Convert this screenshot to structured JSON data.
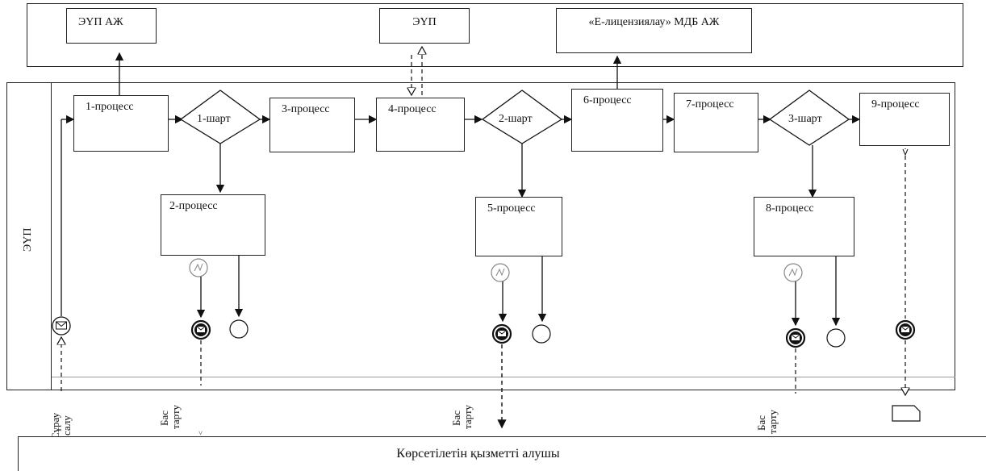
{
  "systems": {
    "eup_aj": "ЭҮП АЖ",
    "eup": "ЭҮП",
    "e_license": "«Е-лицензиялау» МДБ АЖ"
  },
  "lane_label": "ЭҮП",
  "processes": {
    "p1": "1-процесс",
    "p2": "2-процесс",
    "p3": "3-процесс",
    "p4": "4-процесс",
    "p5": "5-процесс",
    "p6": "6-процесс",
    "p7": "7-процесс",
    "p8": "8-процесс",
    "p9": "9-процесс"
  },
  "conditions": {
    "c1": "1-шарт",
    "c2": "2-шарт",
    "c3": "3-шарт"
  },
  "bottom_labels": {
    "request": [
      "Сұрау",
      "салу"
    ],
    "refusal": [
      "Бас",
      "тарту"
    ]
  },
  "recipient": "Көрсетілетін қызметті алушы"
}
